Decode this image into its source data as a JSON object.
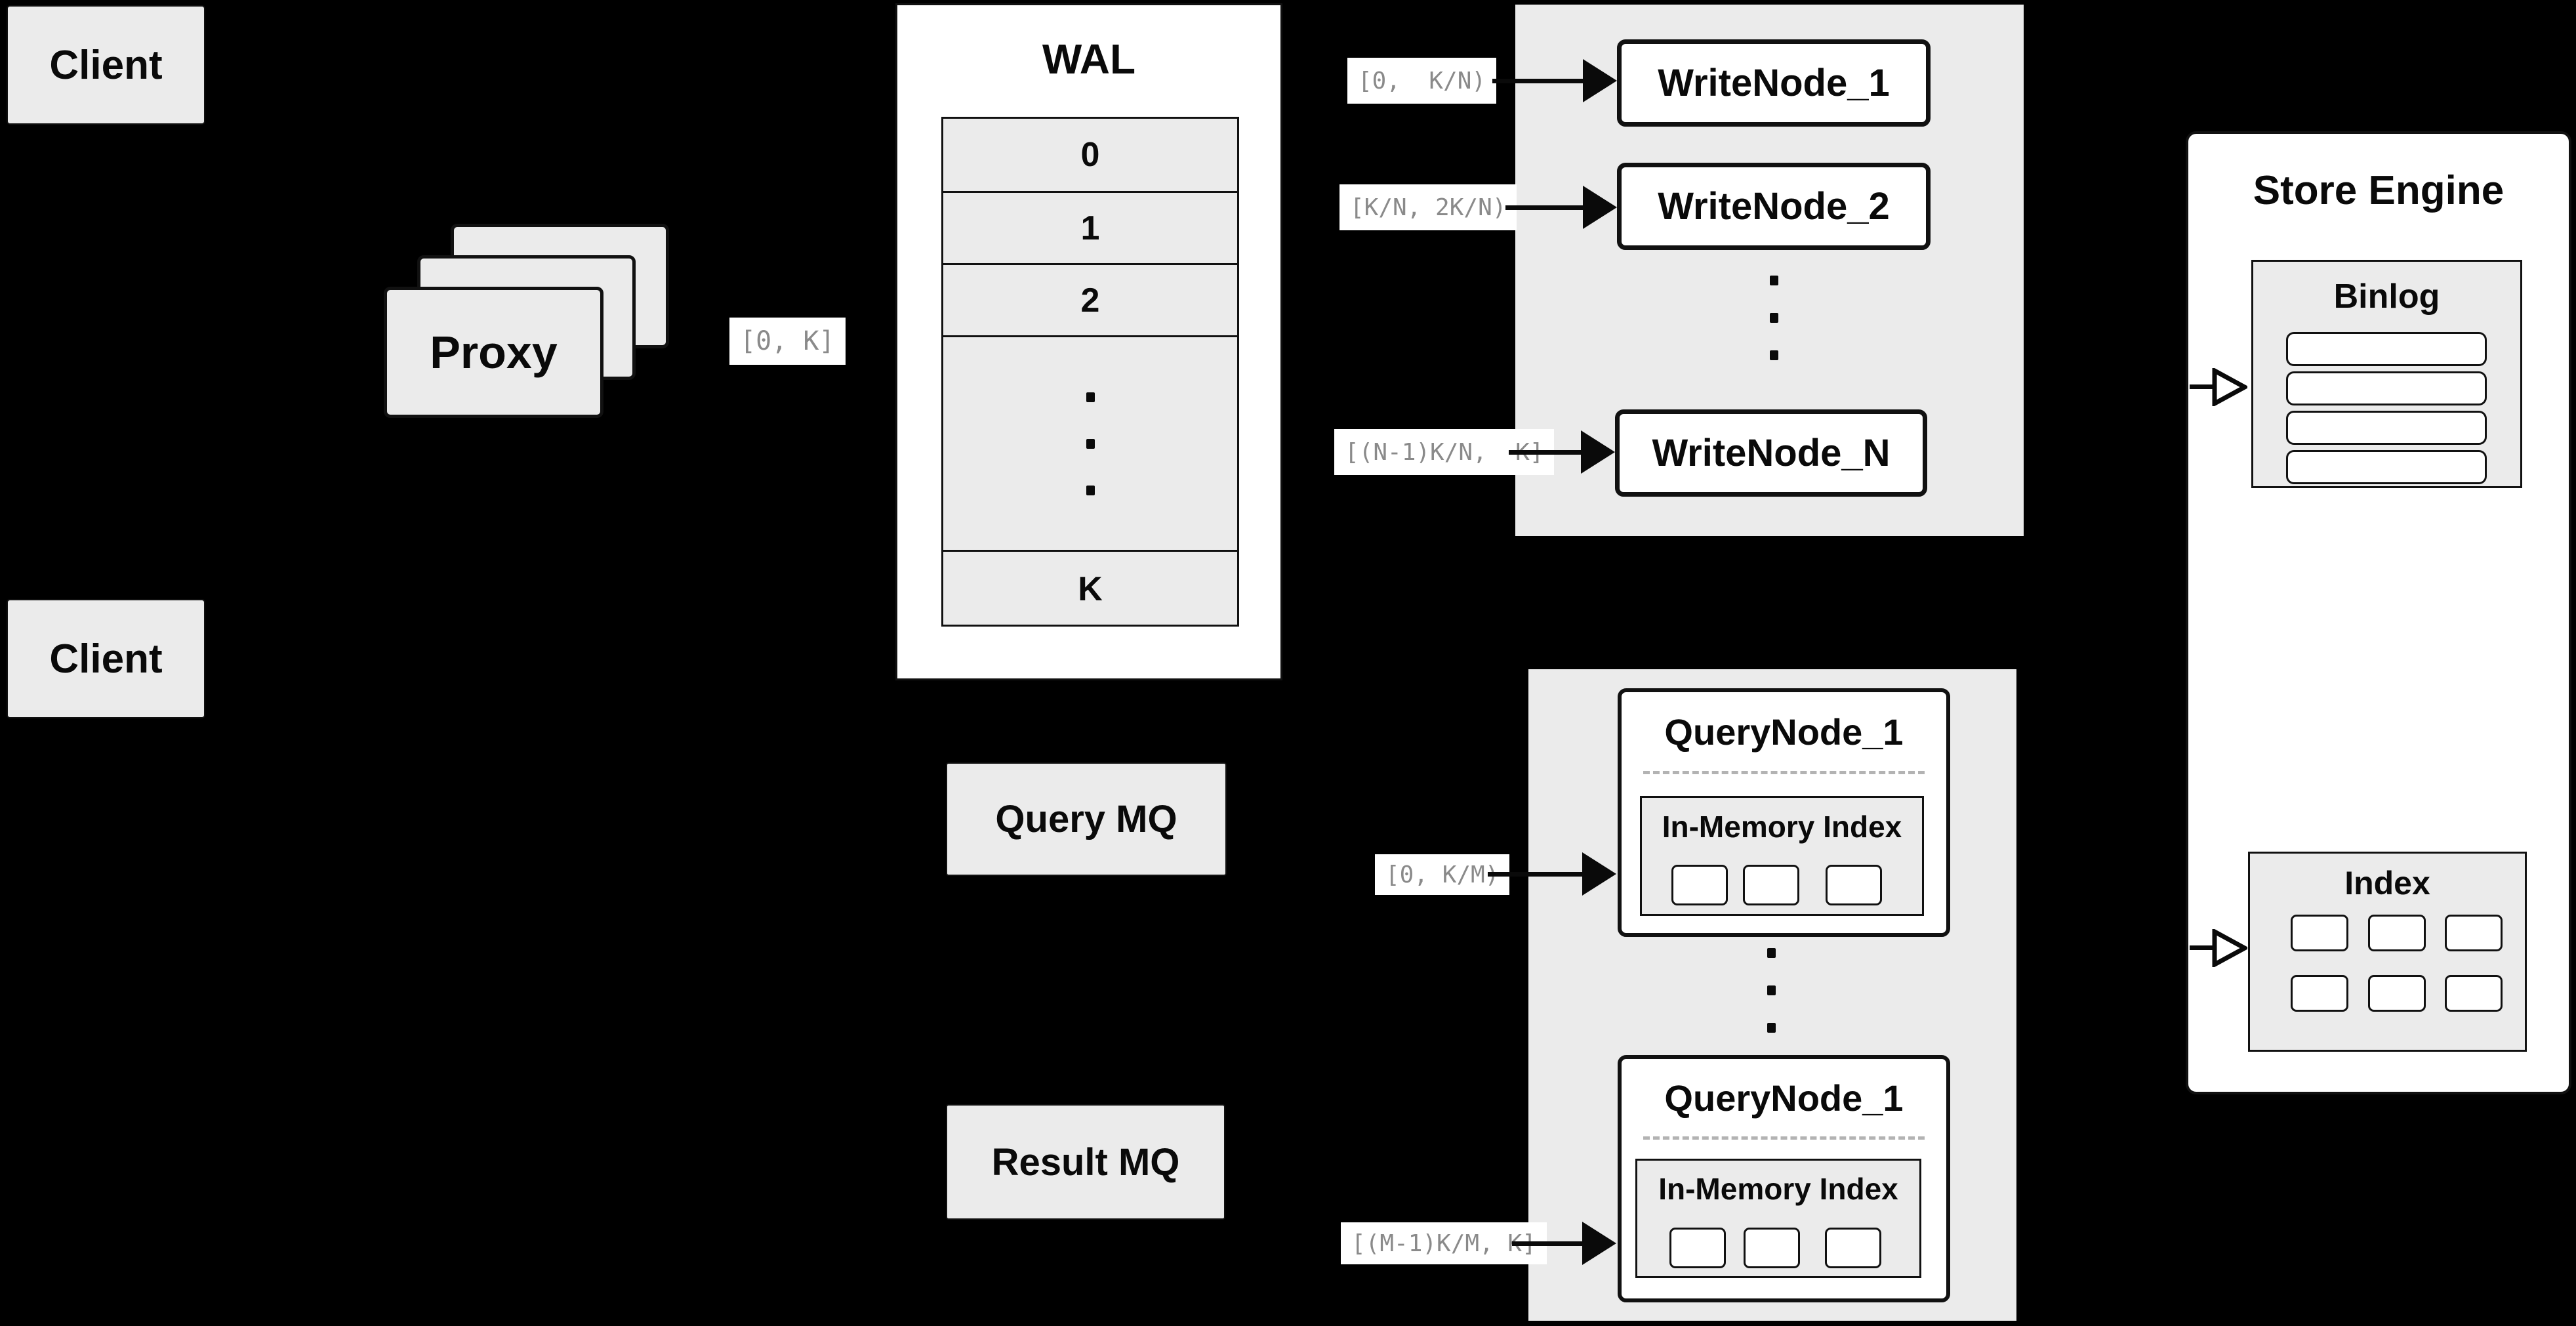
{
  "colors": {
    "background": "#000000",
    "box_gray": "#ebebeb",
    "box_white": "#ffffff",
    "border": "#111111",
    "range_text_gray": "#8a8a8a",
    "dashed_divider": "#b3b3b3"
  },
  "client_top": {
    "label": "Client"
  },
  "client_bottom": {
    "label": "Client"
  },
  "proxy": {
    "label": "Proxy",
    "range_out": "[0, K]"
  },
  "wal": {
    "title": "WAL",
    "rows": [
      "0",
      "1",
      "2"
    ],
    "k_row": "K"
  },
  "write_cluster": {
    "ranges": {
      "r1": "[0,  K/N)",
      "r2": "[K/N, 2K/N)",
      "rn": "[(N-1)K/N,  K]"
    },
    "nodes": {
      "n1": "WriteNode_1",
      "n2": "WriteNode_2",
      "nn": "WriteNode_N"
    }
  },
  "mq": {
    "query": "Query MQ",
    "result": "Result MQ"
  },
  "query_cluster": {
    "ranges": {
      "r1": "[0, K/M)",
      "rm": "[(M-1)K/M, K]"
    },
    "node_top": {
      "title": "QueryNode_1",
      "index_title": "In-Memory Index"
    },
    "node_bottom": {
      "title": "QueryNode_1",
      "index_title": "In-Memory Index"
    }
  },
  "store_engine": {
    "title": "Store Engine",
    "binlog_title": "Binlog",
    "index_title": "Index"
  }
}
